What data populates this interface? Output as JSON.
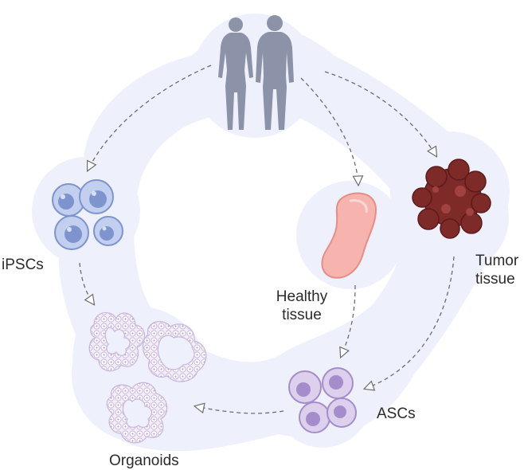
{
  "labels": {
    "ipscs": "iPSCs",
    "healthy_line1": "Healthy",
    "healthy_line2": "tissue",
    "tumor_line1": "Tumor",
    "tumor_line2": "tissue",
    "ascs": "ASCs",
    "organoids": "Organoids"
  },
  "colors": {
    "background_ring": "#eef0fb",
    "human_silhouette": "#8c93a8",
    "ipsc_cell": "#b9c7e9",
    "ipsc_nucleus": "#7e94cf",
    "healthy_tissue": "#f7b3ad",
    "tumor_tissue": "#7e2a28",
    "asc_cell": "#d8cbe8",
    "asc_nucleus": "#a58ccb",
    "organoid_outline": "#c9b6dc",
    "arrow": "#6d6d6d",
    "text": "#2b2b2b"
  },
  "icons": [
    "human-figures-icon",
    "ipsc-cells-icon",
    "healthy-tissue-icon",
    "tumor-tissue-icon",
    "asc-cells-icon",
    "organoids-icon"
  ]
}
